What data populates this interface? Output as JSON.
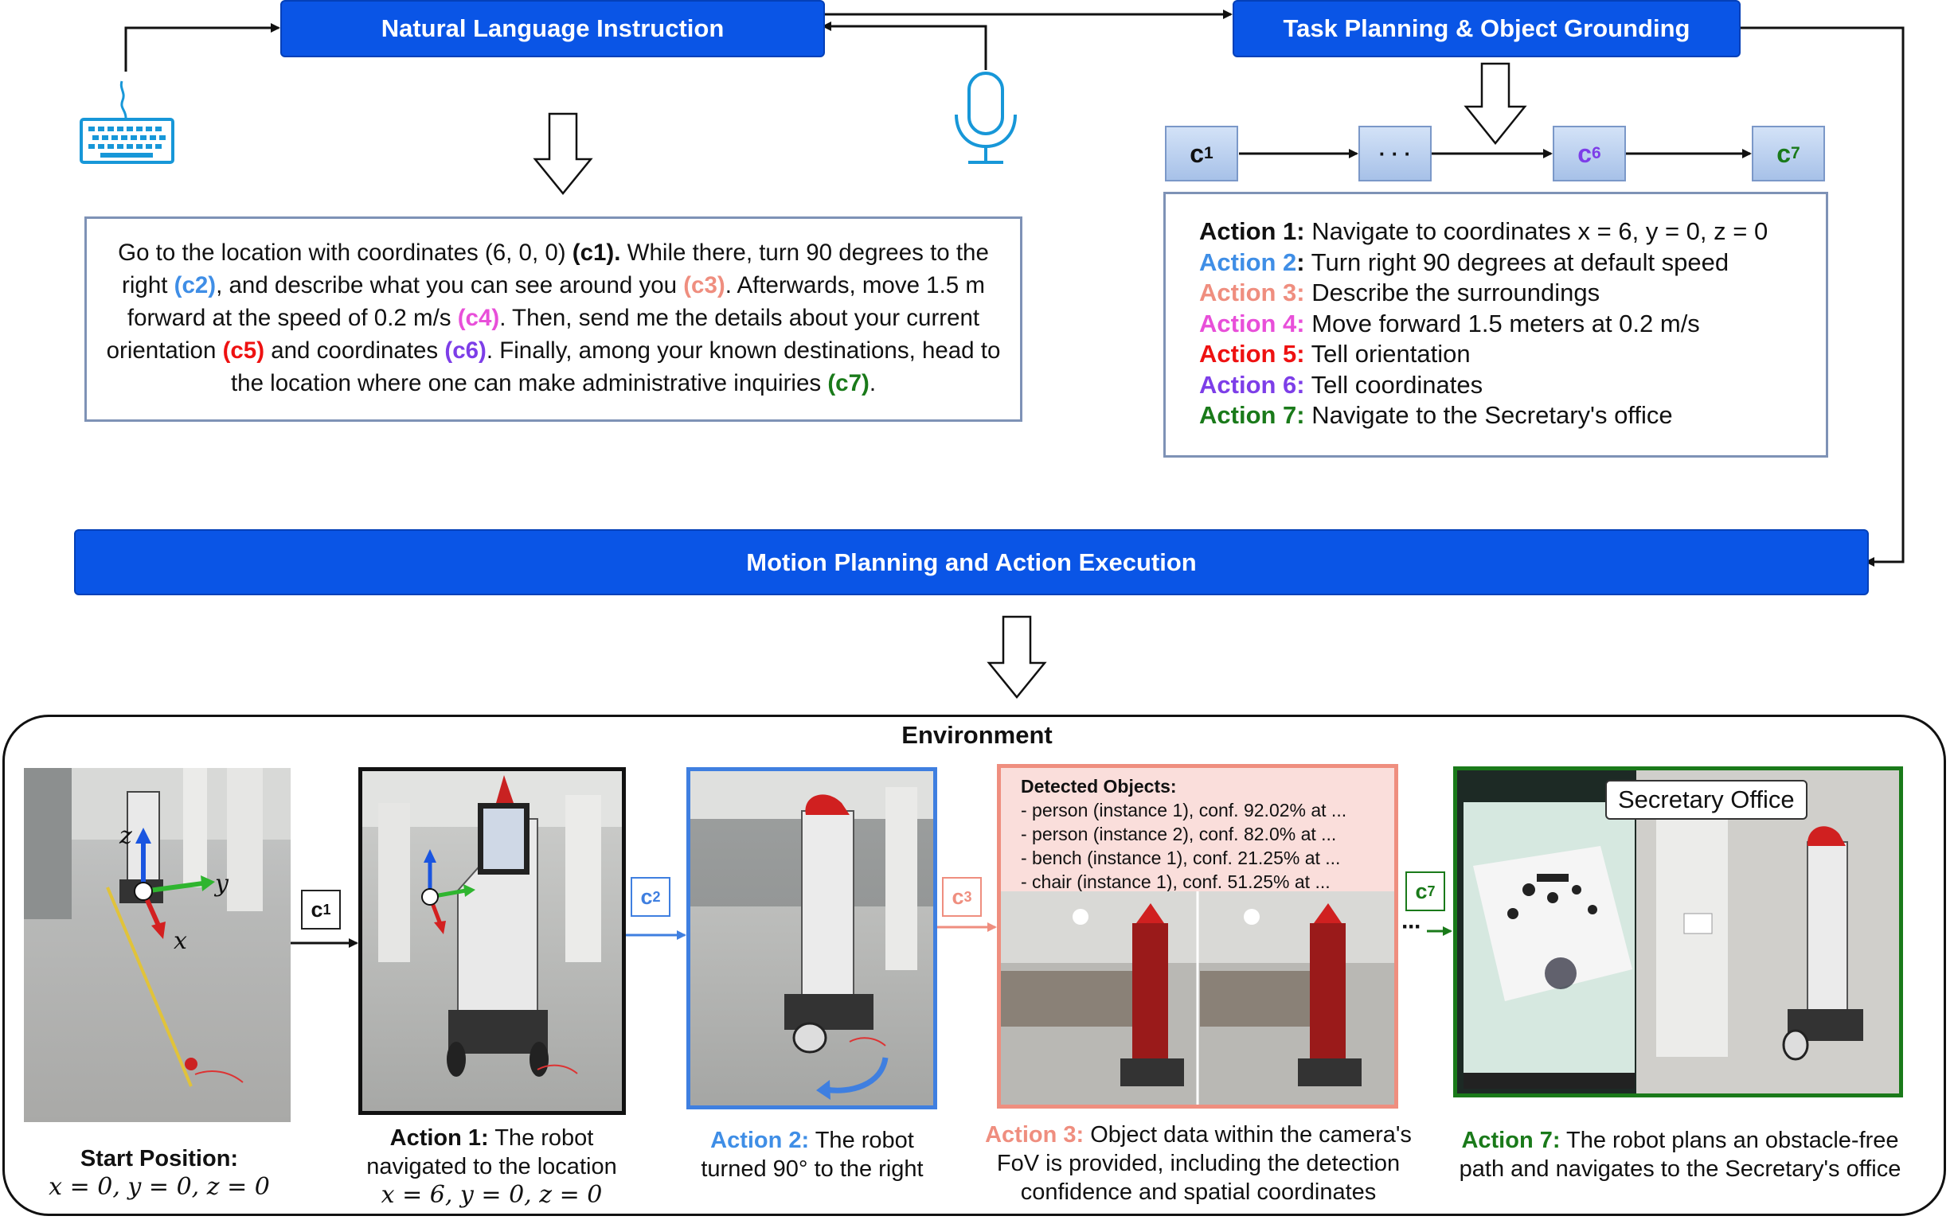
{
  "top_bars": {
    "nli": "Natural Language Instruction",
    "tpog": "Task Planning & Object Grounding",
    "mpae": "Motion Planning and Action Execution"
  },
  "chain": {
    "c1": "c",
    "c1_sub": "1",
    "dots": "· · ·",
    "c6": "c",
    "c6_sub": "6",
    "c7": "c",
    "c7_sub": "7"
  },
  "instruction": {
    "p1": "Go to the location with coordinates (6, 0, 0) ",
    "c1": "(c1).",
    "p2": " While there, turn 90 degrees to the right ",
    "c2": "(c2)",
    "p3": ", and describe what you can see around you ",
    "c3": "(c3)",
    "p4": ".  Afterwards, move 1.5 m forward at the speed of 0.2 m/s ",
    "c4": "(c4)",
    "p5": ". Then, send me the details about your current orientation ",
    "c5": "(c5)",
    "p6": " and coordinates ",
    "c6": "(c6)",
    "p7": ". Finally, among your known destinations, head to the location where one can make administrative inquiries ",
    "c7": "(c7)",
    "p8": "."
  },
  "actions": [
    {
      "label": "Action 1:",
      "text": " Navigate to coordinates x = 6, y = 0, z = 0",
      "color": "#111111"
    },
    {
      "label": "Action 2",
      "colon": ":",
      "text": " Turn right 90 degrees at default speed",
      "color": "#3f8ee6"
    },
    {
      "label": "Action 3:",
      "text": " Describe the surroundings",
      "color": "#ef8e7f"
    },
    {
      "label": "Action 4:",
      "text": " Move forward 1.5 meters at 0.2 m/s",
      "color": "#e84fd9"
    },
    {
      "label": "Action 5:",
      "text": " Tell orientation",
      "color": "#ee1111"
    },
    {
      "label": "Action 6:",
      "text": " Tell coordinates",
      "color": "#7d3ee8"
    },
    {
      "label": "Action 7:",
      "text": " Navigate to the Secretary's office",
      "color": "#1a7a1a"
    }
  ],
  "environment": {
    "title": "Environment",
    "axes": {
      "z": "z",
      "y": "y",
      "x": "x"
    },
    "c1": "c",
    "c1_sub": "1",
    "c2": "c",
    "c2_sub": "2",
    "c3": "c",
    "c3_sub": "3",
    "c7": "c",
    "c7_sub": "7",
    "ellipsis": "···",
    "detected": {
      "title": "Detected Objects:",
      "items": [
        "- person (instance 1), conf. 92.02% at ...",
        "- person (instance 2), conf. 82.0%  at ...",
        "- bench (instance 1), conf. 21.25% at ...",
        "- chair (instance 1), conf. 51.25% at ..."
      ]
    },
    "secretary_label": "Secretary Office",
    "captions": {
      "start_label": "Start Position:",
      "start_math": "x = 0, y = 0, z = 0",
      "a1_label": "Action 1:",
      "a1_text": " The robot navigated to the location",
      "a1_math": "x = 6, y = 0, z = 0",
      "a2_label": "Action 2:",
      "a2_text": " The robot turned 90° to the right",
      "a3_label": "Action 3:",
      "a3_text": " Object data within the camera's FoV is provided, including the detection confidence and spatial coordinates",
      "a7_label": "Action 7:",
      "a7_text": " The robot plans an obstacle-free path and navigates to the Secretary's office"
    }
  },
  "colors": {
    "bar_blue": "#0a55e6",
    "c2_blue": "#3f7fe0",
    "c3_salmon": "#ef8e7f",
    "c7_green": "#1a7a1a",
    "box_border": "#7e92b6"
  }
}
